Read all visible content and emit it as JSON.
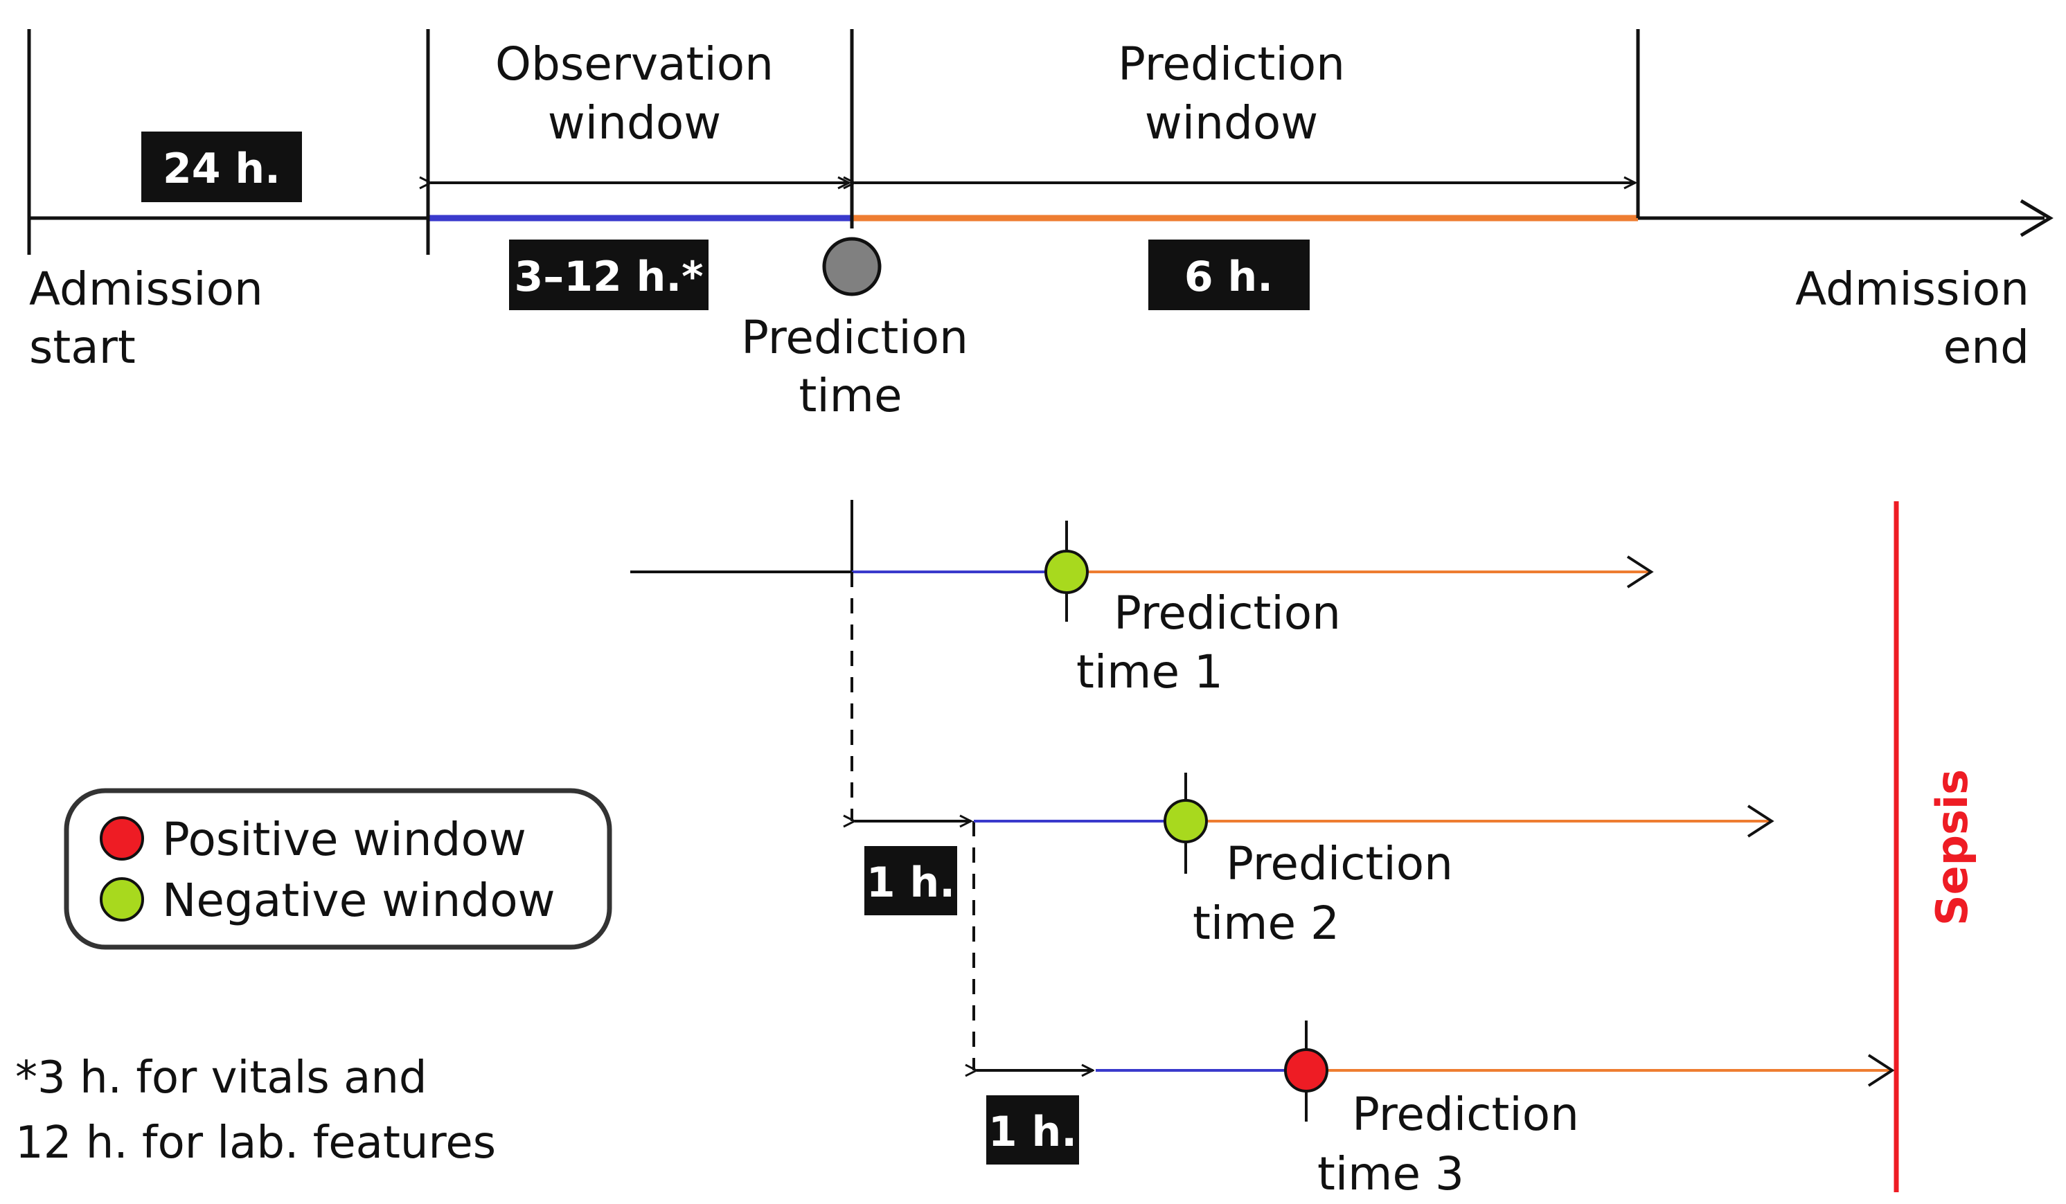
{
  "top": {
    "duration_24h": "24 h.",
    "observation_window": {
      "line1": "Observation",
      "line2": "window"
    },
    "prediction_window": {
      "line1": "Prediction",
      "line2": "window"
    },
    "duration_obs": "3–12 h.*",
    "duration_pred": "6 h.",
    "admission_start": {
      "line1": "Admission",
      "line2": "start"
    },
    "admission_end": {
      "line1": "Admission",
      "line2": "end"
    },
    "prediction_time": {
      "line1": "Prediction",
      "line2": "time"
    }
  },
  "rows": [
    {
      "label_line1": "Prediction",
      "label_line2": "time 1",
      "window": "negative"
    },
    {
      "label_line1": "Prediction",
      "label_line2": "time 2",
      "window": "negative",
      "shift": "1 h."
    },
    {
      "label_line1": "Prediction",
      "label_line2": "time 3",
      "window": "positive",
      "shift": "1 h."
    }
  ],
  "legend": {
    "positive": "Positive window",
    "negative": "Negative window"
  },
  "footnote": {
    "line1": "*3 h. for vitals and",
    "line2": "12 h. for lab. features"
  },
  "sepsis_label": "Sepsis",
  "colors": {
    "observation": "#3a3acc",
    "prediction": "#ee7d31",
    "positive": "#ee1c24",
    "negative": "#a8d91e",
    "prediction_marker": "#808080",
    "sepsis": "#ee1c24",
    "label_box": "#111111"
  }
}
